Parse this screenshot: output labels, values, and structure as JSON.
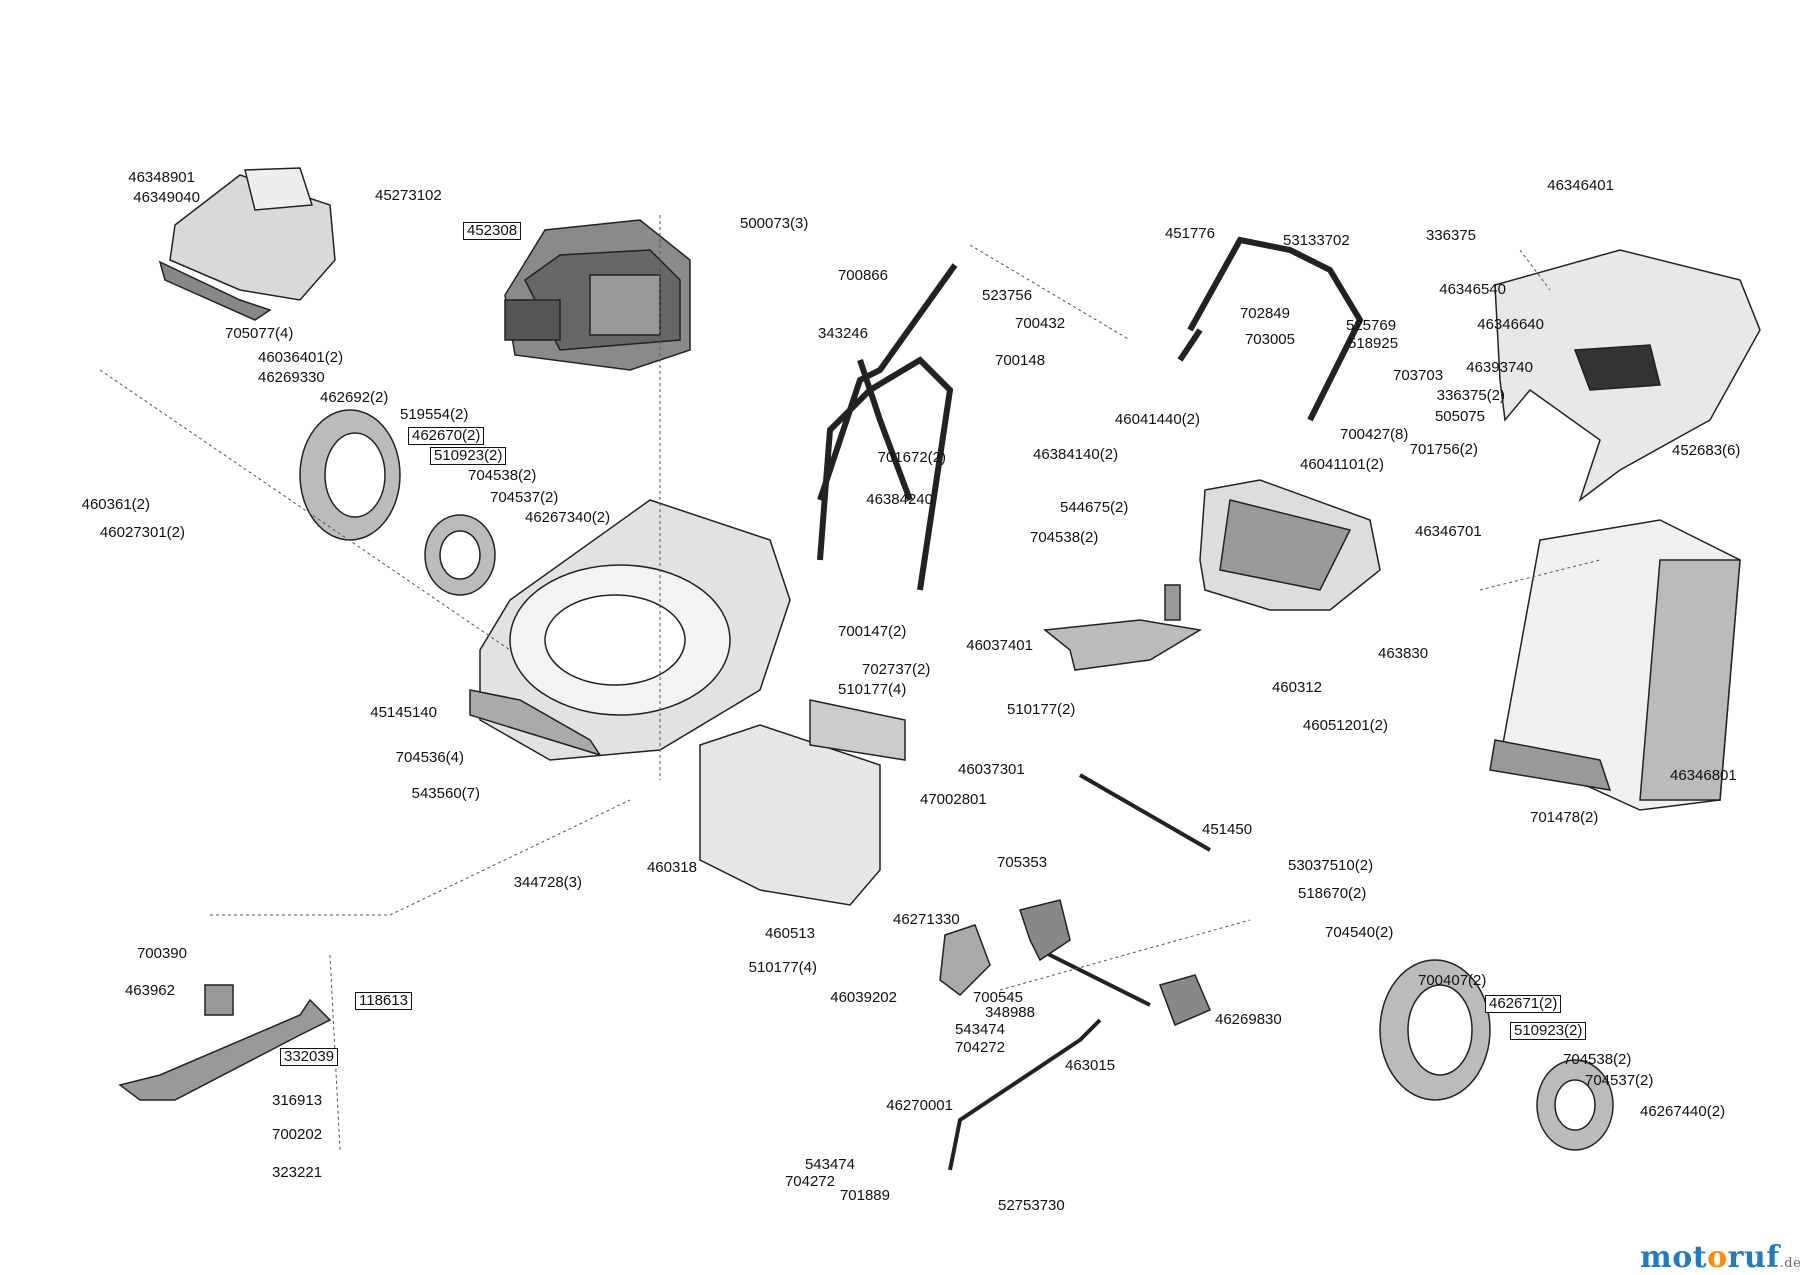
{
  "labels": [
    "46348901",
    "46349040",
    "45273102",
    "705077(4)",
    "46036401(2)",
    "46269330",
    "462692(2)",
    "519554(2)",
    "462670(2)",
    "510923(2)",
    "704538(2)",
    "704537(2)",
    "46267340(2)",
    "460361(2)",
    "46027301(2)",
    "452308",
    "500073(3)",
    "700866",
    "523756",
    "700432",
    "343246",
    "700148",
    "701672(2)",
    "46384140(2)",
    "46384240",
    "544675(2)",
    "704538(2)",
    "451776",
    "53133702",
    "702849",
    "525769",
    "703005",
    "518925",
    "703703",
    "46041440(2)",
    "700427(8)",
    "46041101(2)",
    "46346401",
    "336375",
    "46346540",
    "46346640",
    "46393740",
    "336375(2)",
    "505075",
    "701756(2)",
    "452683(6)",
    "46346701",
    "45145140",
    "700147(2)",
    "702737(2)",
    "510177(4)",
    "510177(2)",
    "46037401",
    "463830",
    "460312",
    "46051201(2)",
    "704536(4)",
    "543560(7)",
    "46037301",
    "47002801",
    "451450",
    "53037510(2)",
    "518670(2)",
    "46346801",
    "701478(2)",
    "460318",
    "344728(3)",
    "705353",
    "700390",
    "460513",
    "46271330",
    "510177(4)",
    "704540(2)",
    "463962",
    "118613",
    "46039202",
    "700545",
    "348988",
    "543474",
    "704272",
    "332039",
    "46269830",
    "700407(2)",
    "462671(2)",
    "510923(2)",
    "463015",
    "316913",
    "700202",
    "46270001",
    "323221",
    "704538(2)",
    "704537(2)",
    "46267440(2)",
    "543474",
    "704272",
    "701889",
    "52753730"
  ],
  "watermark": {
    "part1": "mot",
    "part2": "o",
    "part3": "ruf",
    "tld": ".de"
  },
  "colors": {
    "line": "#222222",
    "fill_dark": "#555555",
    "fill_light": "#d9d9d9",
    "leader": "#555555"
  }
}
